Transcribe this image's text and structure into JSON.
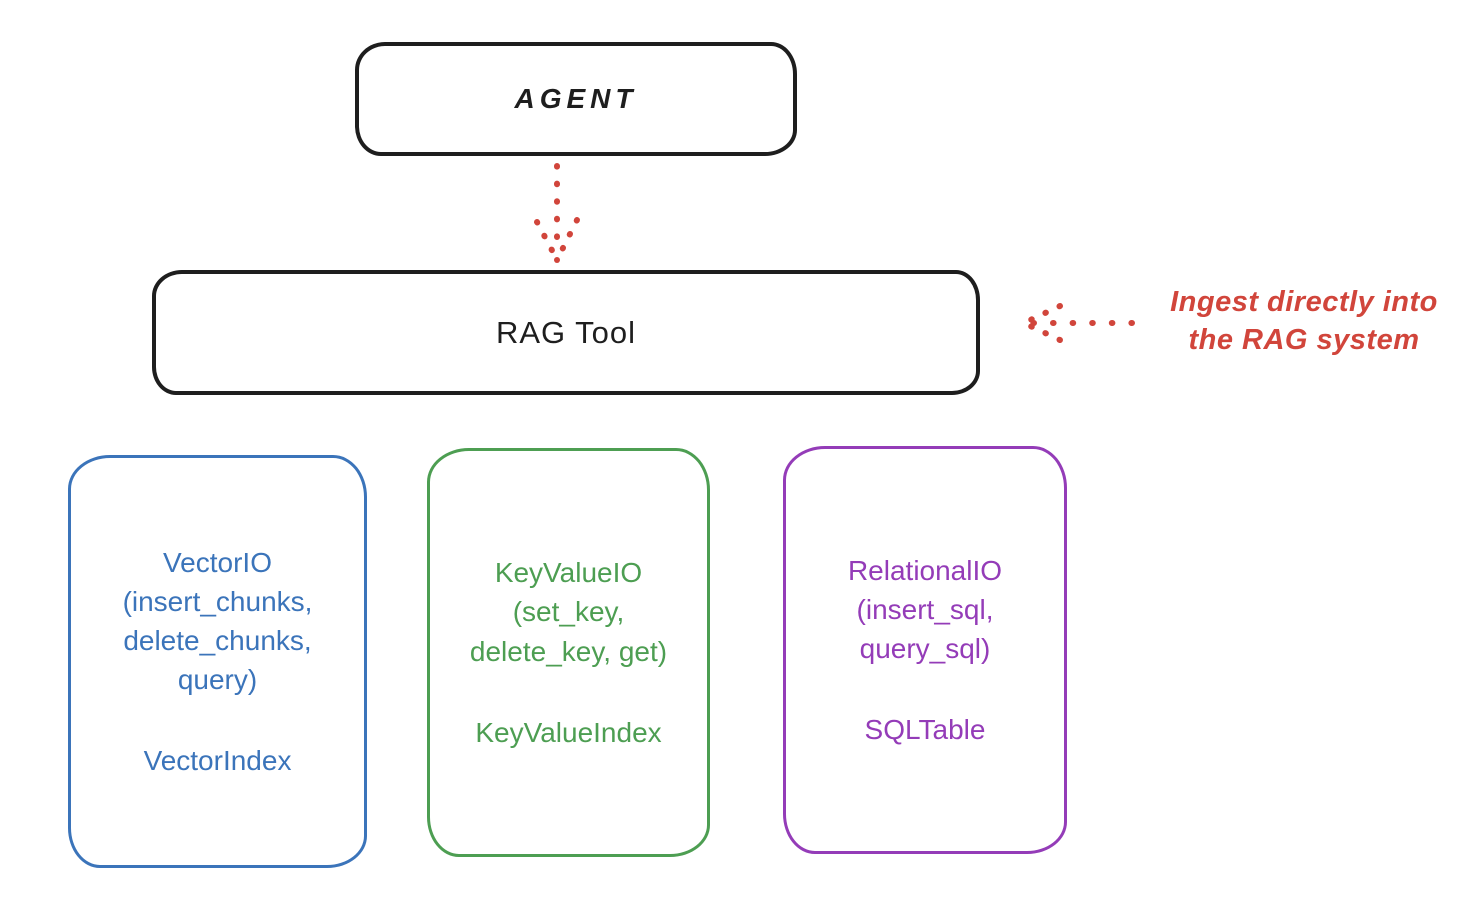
{
  "diagram": {
    "agent": {
      "label": "AGENT"
    },
    "rag_tool": {
      "label": "RAG Tool"
    },
    "annotation": {
      "text": "Ingest directly into\nthe RAG system"
    },
    "io_boxes": [
      {
        "name": "VectorIO",
        "methods": "VectorIO\n(insert_chunks,\ndelete_chunks,\nquery)",
        "index": "VectorIndex",
        "color": "#3b74ba"
      },
      {
        "name": "KeyValueIO",
        "methods": "KeyValueIO\n(set_key,\ndelete_key, get)",
        "index": "KeyValueIndex",
        "color": "#4d9e52"
      },
      {
        "name": "RelationalIO",
        "methods": "RelationalIO\n(insert_sql,\nquery_sql)",
        "index": "SQLTable",
        "color": "#943cb8"
      }
    ],
    "colors": {
      "stroke_black": "#1e1e1e",
      "accent_red": "#d1453b",
      "vector_blue": "#3b74ba",
      "keyvalue_green": "#4d9e52",
      "relational_purple": "#943cb8",
      "background": "#ffffff"
    }
  }
}
